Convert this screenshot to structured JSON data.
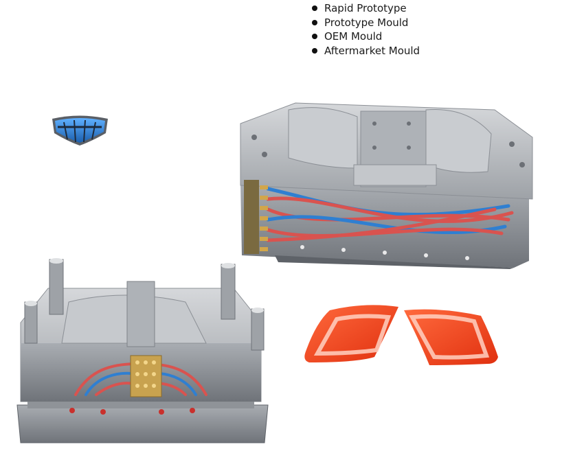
{
  "features": {
    "items": [
      {
        "label": "Rapid Prototype"
      },
      {
        "label": "Prototype Mould"
      },
      {
        "label": "OEM Mould"
      },
      {
        "label": "Aftermarket Mould"
      }
    ]
  },
  "colors": {
    "steel": "#b9bcc0",
    "steel_dark": "#7d8187",
    "hose_red": "#d9534f",
    "hose_blue": "#2f7fd1",
    "brass": "#d2a64a",
    "lens_red": "#f0401f",
    "emblem_blue": "#2d8be0"
  }
}
